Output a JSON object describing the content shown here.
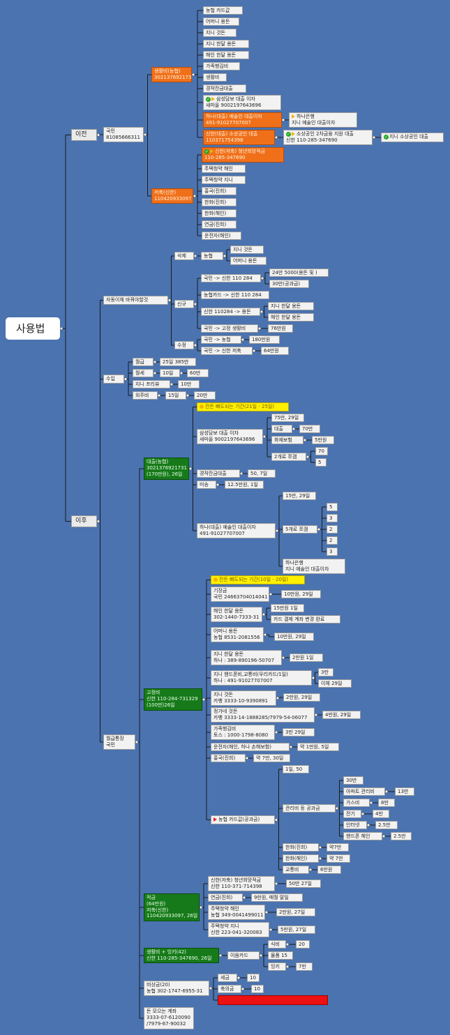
{
  "title": "사용법",
  "nodes": {
    "before": "이전",
    "after": "이후",
    "kb": "국민\n81085666311",
    "living": "생활비(농협)\n3021376921731",
    "savingShinhan": "저축(신한)\n110420933097",
    "nhCard": "농협 카드값",
    "momAllowance": "어머니 용돈",
    "jiniGuilt": "지니 것돈",
    "jiniMonthly": "지니 한달 용돈",
    "haeinMonthly": "해인 한달 용돈",
    "family": "가족행김비",
    "livingExp": "생활비",
    "workLoan": "경작잔금대출",
    "samsungLoan": "삼성담보 대출 이자\n새마을 9002197643696",
    "hanaLoan": "하나(대출) 예술인 대출이자\n491-91027707007",
    "hanaBank": "하나은행\n지니 예술인 대출이자",
    "shinhanSmall": "신한(대출) 소상공인 대출\n110371754398",
    "smallBizLoan": "소상공인 2차금융 지원 대출\n신한 110-285-347690",
    "jiniSmallBiz": "지니 소상공인 대출",
    "shinhanYouth": "신한(저축) 청년희망적금\n110-285-347690",
    "houseHaein": "주택청약 해인",
    "houseJini": "주택청약 지니",
    "hongkukJ": "홍국(진희)",
    "hanhwaJ": "한화(진희)",
    "hanhwaH": "한화(해인)",
    "pensionJ": "연금(진희)",
    "driverH": "운전자(해인)",
    "autoTransfer": "자동이체 바꿔야할것",
    "delete": "삭제",
    "nh": "농협",
    "jiniGuilt2": "지니 것돈",
    "momAllowance2": "어머니 용돈",
    "newReg": "신규",
    "kbToShinhan": "국민 -> 신한 110 284",
    "s24": "24만 5000(용돈 및 )",
    "s30": "30만(공과금)",
    "nhCardToShinhan": "농협카드 -> 신한 110 284",
    "shinhanToAllowance": "신한 110284 -> 용돈",
    "jiniAllowance": "지니 한달 용돈",
    "haeinAllowance": "해인 한달 용돈",
    "kbFixed": "국민 -> 고정 생활비",
    "v76": "76만원",
    "modify": "수정",
    "kbToNh": "국민 -> 농협",
    "v180": "180만원",
    "kbToShinhanSaving": "국민 -> 신한 저축",
    "v64": "64만원",
    "income": "수입",
    "salary": "월급",
    "salaryVal": "25일 385만",
    "rent": "월세",
    "rentDay": "10일",
    "rentVal": "60만",
    "jiniFreelance": "지니 프리뷰",
    "freelanceVal": "10만",
    "tutoring": "외주비",
    "tutoringDay": "15일",
    "tutoringVal": "20만",
    "loanNh": "대출(농협)\n3021376921731\n(170만원), 26일",
    "periodA": "잔돈 빠도되는 기간(21일 - 25일)",
    "samsungLoan2": "삼성담보 대출 이자\n새마을 9002197643696",
    "a75": "75만, 29일",
    "aLoan": "대출",
    "a70": "70만",
    "aFire": "화재보험",
    "a5": "5만원",
    "a2split": "2개로 쪼갬",
    "b70": "70",
    "b5": "5",
    "workLoan2": "경작잔금대출",
    "w50": "50, 7일",
    "misc": "미송",
    "m12": "12.5만원, 1일",
    "hanaLoan2": "하나(대출) 예술인 대출이자\n491-91027707007",
    "h15": "15만, 29일",
    "h5split": "5개로 쪼갬",
    "c5": "5",
    "c3a": "3",
    "c2a": "2",
    "c2b": "2",
    "c3b": "3",
    "hanaBank2": "하나은행\n지니 예술인 대출이자",
    "monthlyKb": "월급통장\n국민",
    "fixed": "고정비\n신한 110-284-731329\n(100만)26일",
    "periodB": "잔돈 빠도되는 기간(10일 - 20일)",
    "gijangeum": "기장금\n국민 24663704014041",
    "gVal": "10만원, 29일",
    "haeinMonthly2": "해인 한달 용돈\n302-1440-7333-31",
    "hm15": "15만원 1일",
    "hmCard": "카드 결제 계좌 변경 완료",
    "mom": "어머니 용돈\n농협 8531-2081556",
    "momVal": "10만원, 29일",
    "jiniMonthly2": "지니 한달 용돈\n하나 : 389-890196-50707",
    "jmVal": "2만원 1일",
    "jiniPhone": "지니 핸드폰비,교통비(우리카드/1일)\n하나 : 491-91027707007",
    "jp3": "3만",
    "jpChange": "이체 29일",
    "jiniGuilt3": "지니 것돈\n카뱅 3333-10-9390891",
    "jgVal": "2만원, 29일",
    "jeongga": "정가네 것돈\n카뱅 3333-14-1888285/7979-54-06077",
    "jeVal": "4만원, 29일",
    "family2": "가족행김비\n토스 : 1000-1798-8080",
    "fVal": "3만 29일",
    "driver2": "운전자(해인, 하나 손해보험)",
    "dVal": "약 1만원, 5일",
    "hongkuk2": "홍국(진희)",
    "hkVal": "약 7만, 30일",
    "nhCard2": "농협 카드값(공과금)",
    "n150": "1일, 50",
    "util": "관리비 등 공과금",
    "u30": "30만",
    "apt": "아파트 관리비",
    "apt13": "13만",
    "gas": "가스비",
    "gas8": "8만",
    "elec": "전기",
    "elec4": "4만",
    "internet": "인터넷",
    "int25": "2.5만",
    "phoneH": "핸드폰 해인",
    "ph25": "2.5만",
    "hanhwaJ2": "한화(진희)",
    "hj7": "약7만",
    "hanhwaH2": "한화(해인)",
    "hh7": "약 7만",
    "transport": "교통비",
    "t6": "6만원",
    "savings": "적금\n(64만원)\n저축(신한)\n110420933097, 26일",
    "youth2": "신한(저축) 청년희망적금\n신한 110-371-714398",
    "y50": "50만 27일",
    "pension2": "연금(진희)",
    "pVal": "9만원, 매월 말일",
    "houseHaein2": "주택청약 해인\n농협 349-0041499011",
    "hhVal": "2만원, 27일",
    "houseJini2": "주택청약 지니\n신한 223-041-320083",
    "hjVal": "5만원, 27일",
    "livingPlus": "생활비 + 잉키(42)\n신한 110-285-347690, 26일",
    "cardDaily": "이음카드",
    "food": "식비",
    "food20": "20",
    "goods": "물품 15",
    "inky": "잉키",
    "inky7": "7만",
    "emergency": "비상금(20)\n농협 302-1747-6955-31",
    "tax": "세금",
    "tax10": "10",
    "gift": "축의금",
    "gift10": "10",
    "redBar": "",
    "moneyAccount": "돈 모으는 계좌\n3333-07-6120090\n/7979-67-90032"
  }
}
